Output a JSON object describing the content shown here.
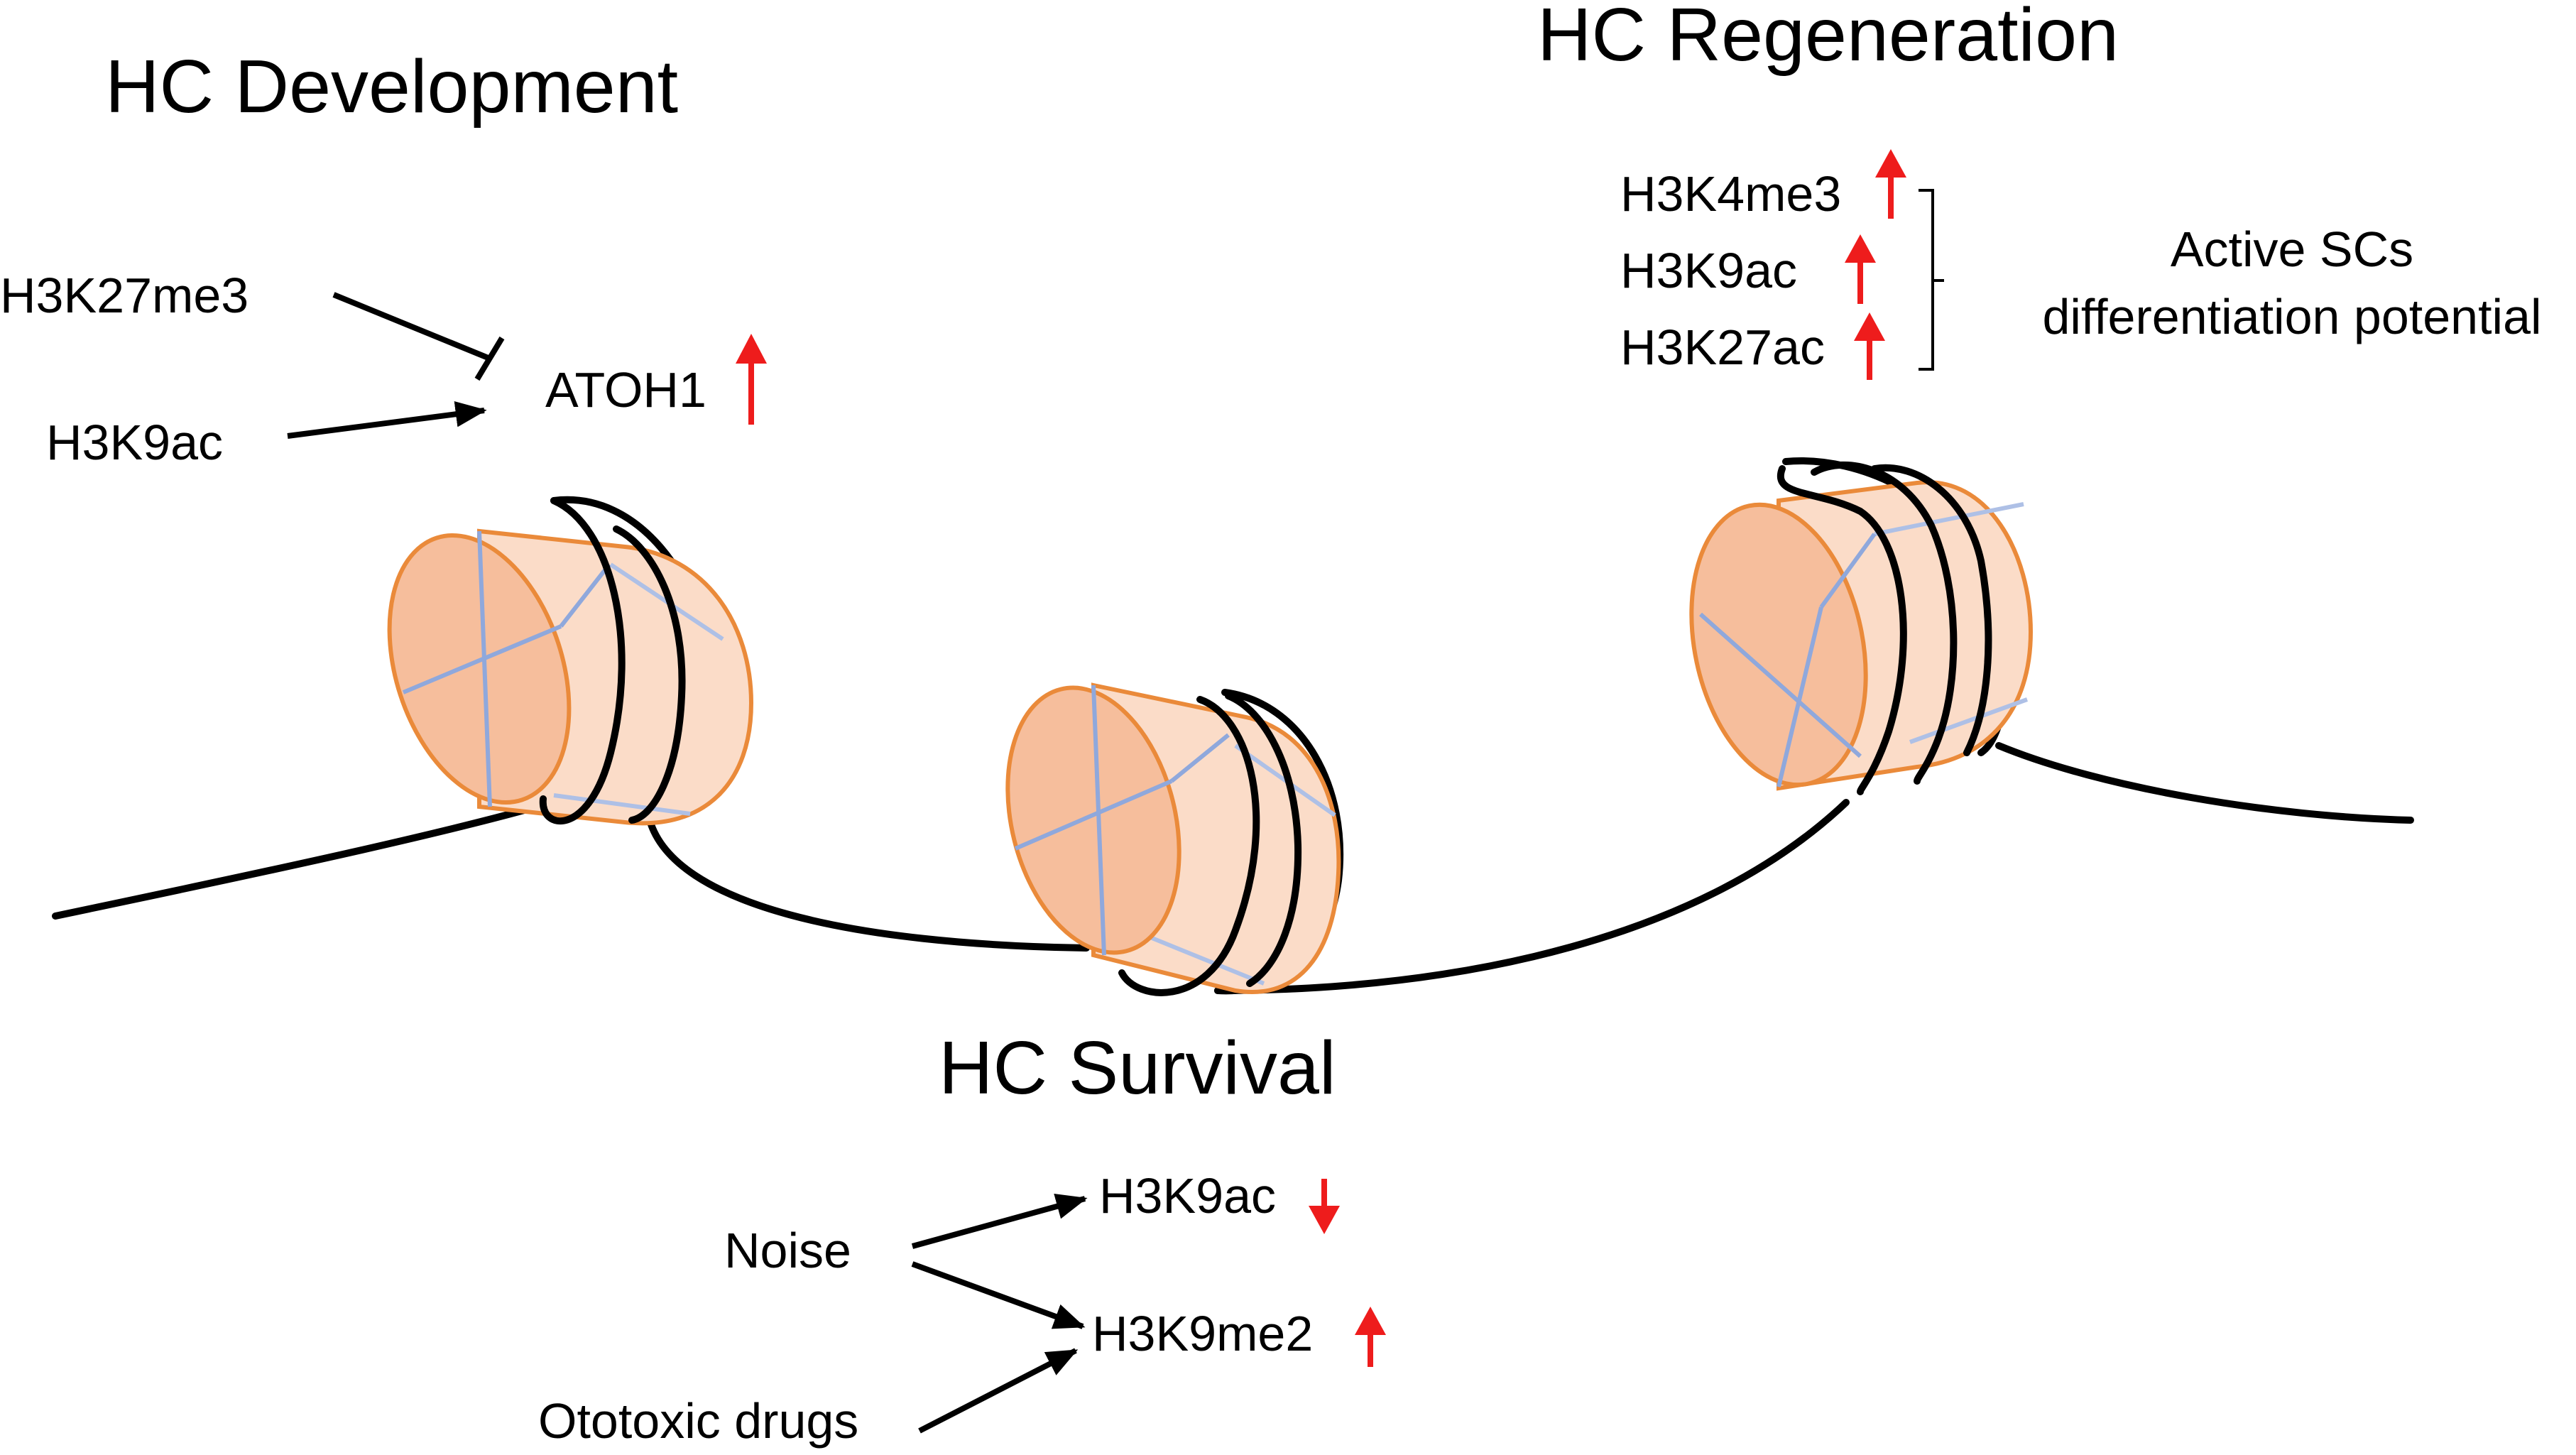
{
  "sections": {
    "development": {
      "title": "HC Development",
      "inputs": [
        {
          "label": "H3K27me3",
          "effect": "inhibits"
        },
        {
          "label": "H3K9ac",
          "effect": "activates"
        }
      ],
      "target": {
        "label": "ATOH1",
        "change": "up"
      }
    },
    "regeneration": {
      "title": "HC Regeneration",
      "marks": [
        {
          "label": "H3K4me3",
          "change": "up"
        },
        {
          "label": "H3K9ac",
          "change": "up"
        },
        {
          "label": "H3K27ac",
          "change": "up"
        }
      ],
      "outcome": {
        "line1": "Active SCs",
        "line2": "differentiation potential"
      }
    },
    "survival": {
      "title": "HC Survival",
      "causes": [
        {
          "label": "Noise"
        },
        {
          "label": "Ototoxic drugs"
        }
      ],
      "marks": [
        {
          "label": "H3K9ac",
          "change": "down"
        },
        {
          "label": "H3K9me2",
          "change": "up"
        }
      ]
    }
  },
  "colors": {
    "histone_face": "#f6be9c",
    "histone_side": "#fbdcc8",
    "histone_outline": "#ea8a3a",
    "histone_division": "#8fa8dc",
    "dna": "#000000",
    "change_arrow": "#ee1c1c"
  }
}
